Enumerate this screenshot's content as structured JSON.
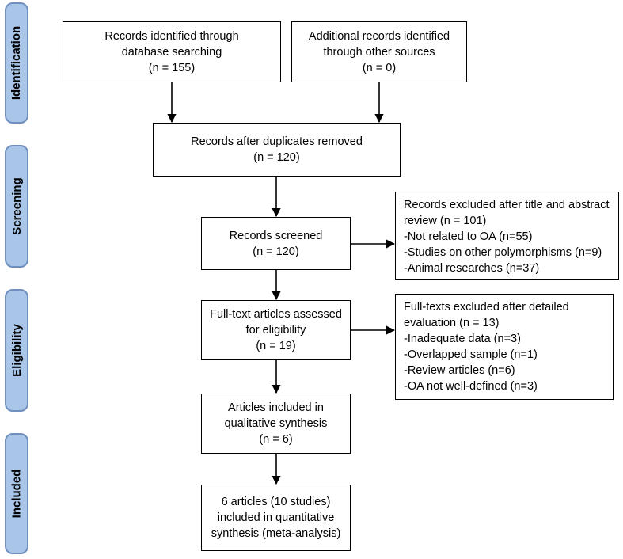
{
  "phases": {
    "identification": "Identification",
    "screening": "Screening",
    "eligibility": "Eligibility",
    "included": "Included"
  },
  "boxes": {
    "db_search": [
      "Records identified through",
      "database searching",
      "(n = 155)"
    ],
    "other_sources": [
      "Additional records identified",
      "through other sources",
      "(n = 0)"
    ],
    "dedup": [
      "Records after duplicates removed",
      "(n = 120)"
    ],
    "screened": [
      "Records screened",
      "(n = 120)"
    ],
    "excluded_title": [
      "Records excluded after title and abstract",
      "review (n = 101)",
      "-Not related to OA (n=55)",
      "-Studies on other polymorphisms (n=9)",
      "-Animal researches (n=37)"
    ],
    "fulltext": [
      "Full-text articles assessed",
      "for eligibility",
      "(n = 19)"
    ],
    "excluded_fulltext": [
      "Full-texts excluded after detailed",
      "evaluation (n = 13)",
      "-Inadequate data (n=3)",
      "-Overlapped sample (n=1)",
      "-Review articles (n=6)",
      "-OA not well-defined (n=3)"
    ],
    "qualitative": [
      "Articles included in",
      "qualitative synthesis",
      "(n = 6)"
    ],
    "quantitative": [
      "6 articles (10 studies)",
      "included in quantitative",
      "synthesis (meta-analysis)"
    ]
  }
}
